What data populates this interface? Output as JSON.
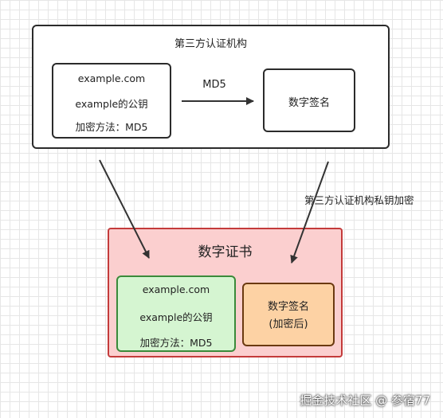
{
  "authority": {
    "title": "第三方认证机构",
    "info_lines": [
      "example.com",
      "example的公钥",
      "加密方法：MD5"
    ],
    "hash_label": "MD5",
    "signature_label": "数字签名"
  },
  "encrypt_label": "第三方认证机构私钥加密",
  "certificate": {
    "title": "数字证书",
    "info_lines": [
      "example.com",
      "example的公钥",
      "加密方法：MD5"
    ],
    "signature_lines": [
      "数字签名",
      "(加密后)"
    ]
  },
  "watermark": "掘金技术社区 @ 参宿77",
  "colors": {
    "certificate_fill": "#fbcfcf",
    "certificate_border": "#c43b3b",
    "info_fill": "#d5f5d1",
    "info_border": "#3a8a3a",
    "signature_fill": "#fdd2a4",
    "signature_border": "#6b3a10"
  }
}
